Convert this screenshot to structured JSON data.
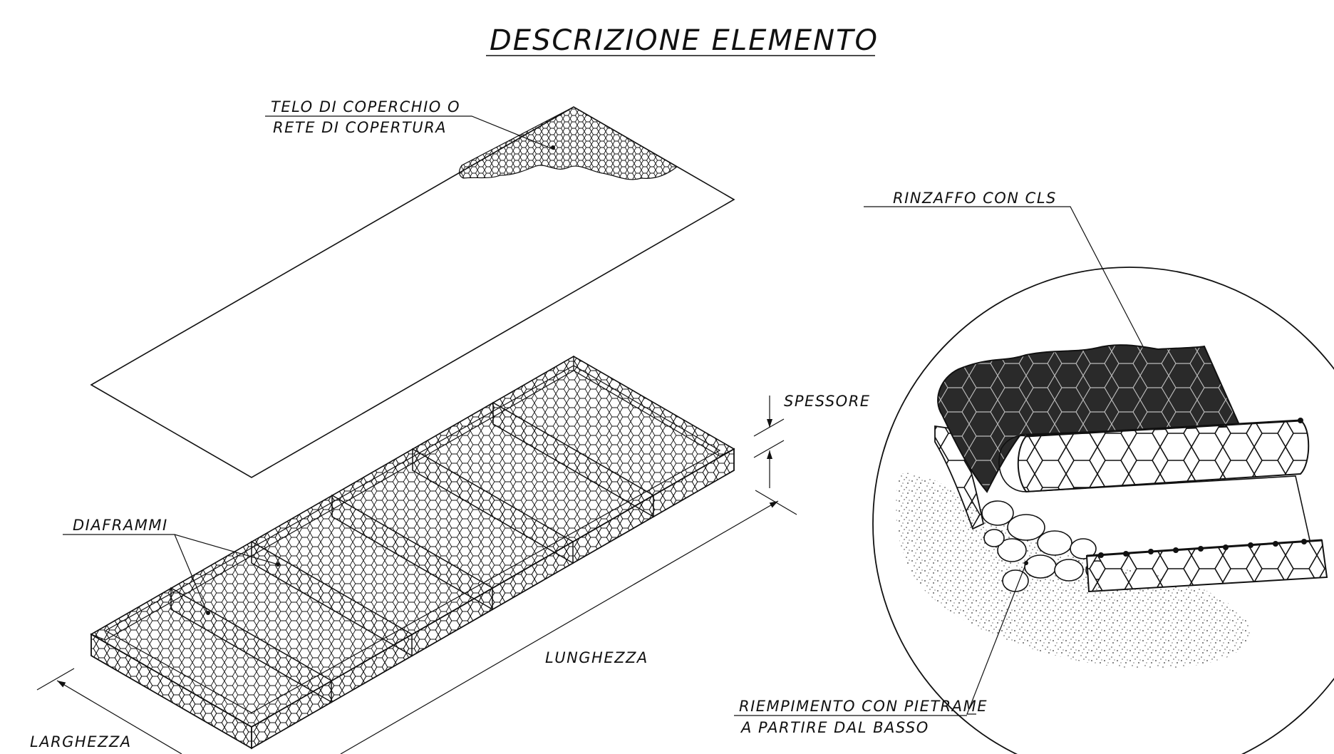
{
  "title": "DESCRIZIONE ELEMENTO",
  "labels": {
    "cover_line1": "TELO DI COPERCHIO O",
    "cover_line2": "RETE DI COPERTURA",
    "diaphragms": "DIAFRAMMI",
    "thickness": "SPESSORE",
    "length": "LUNGHEZZA",
    "width": "LARGHEZZA",
    "concrete": "RINZAFFO CON CLS",
    "fill_line1": "RIEMPIMENTO CON PIETRAME",
    "fill_line2": "A PARTIRE DAL BASSO"
  },
  "colors": {
    "ink": "#111111",
    "background": "#ffffff",
    "concrete_fill": "#2a2a2a"
  }
}
